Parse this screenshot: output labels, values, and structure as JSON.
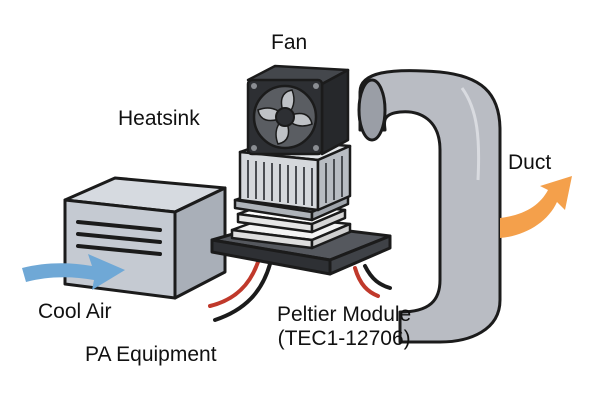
{
  "labels": {
    "fan": "Fan",
    "heatsink": "Heatsink",
    "duct": "Duct",
    "cool_air": "Cool Air",
    "pa_equipment": "PA Equipment",
    "peltier_line1": "Peltier Module",
    "peltier_line2": "(TEC1-12706)"
  },
  "colors": {
    "outline": "#1b1b1b",
    "box_fill": "#c9ced6",
    "box_front": "#b6bcc5",
    "duct_fill": "#b9bcc3",
    "fan_fill": "#2d2f33",
    "heatsink_fill": "#d5d8dc",
    "peltier_plate": "#f1f1f1",
    "base_plate": "#3a3c40",
    "cool_air_arrow": "#6fa8d6",
    "hot_air_arrow": "#f4a04b",
    "wire_red": "#c0392b",
    "wire_black": "#1b1b1b"
  }
}
